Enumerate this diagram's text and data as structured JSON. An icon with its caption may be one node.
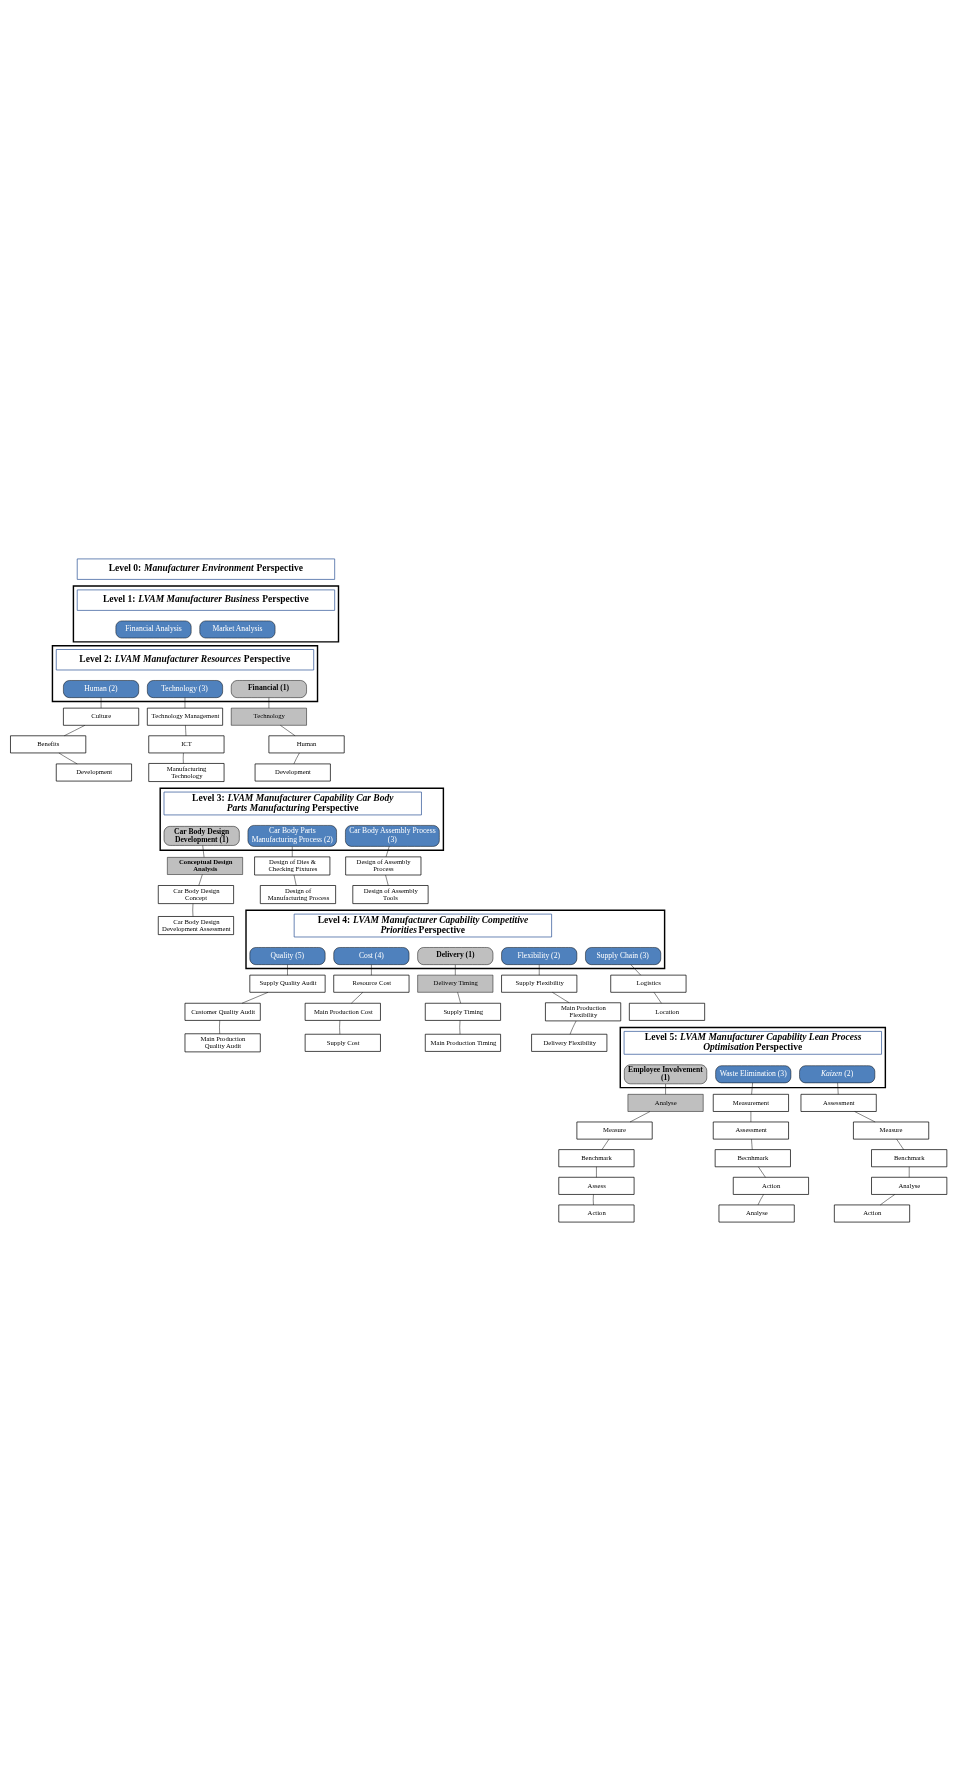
{
  "diagram": {
    "nodes": [
      {
        "text": [
          "Level 0: *Manufacturer Environment* Perspective"
        ]
      },
      {
        "text": [],
        "shape": "box"
      },
      {
        "text": [
          "Level 1: *LVAM Manufacturer Business* Perspective"
        ],
        "in": 1
      },
      {
        "text": [
          "Financial Analysis"
        ],
        "in": 1
      },
      {
        "text": [
          "Market Analysis"
        ],
        "in": 1
      },
      {
        "text": [],
        "shape": "box"
      },
      {
        "text": [
          "Level 2: *LVAM Manufacturer Resources* Perspective"
        ],
        "in": 5
      },
      {
        "text": [
          "Human (2)"
        ],
        "in": 5
      },
      {
        "text": [
          "Technology (3)"
        ],
        "in": 5
      },
      {
        "text": [
          "Financial (1)"
        ],
        "in": 5
      },
      {
        "text": [
          "Culture"
        ]
      },
      {
        "text": [
          "Benefits"
        ]
      },
      {
        "text": [
          "Development"
        ]
      },
      {
        "text": [
          "Technology Management"
        ]
      },
      {
        "text": [
          "ICT"
        ]
      },
      {
        "text": [
          "Manufacturing Technology"
        ]
      },
      {
        "text": [
          "Technology"
        ]
      },
      {
        "text": [
          "Human"
        ]
      },
      {
        "text": [
          "Development"
        ]
      },
      {
        "text": [],
        "shape": "box"
      },
      {
        "text": [
          "Level 3: *LVAM Manufacturer Capability Car Body Parts Manufacturing* Perspective"
        ],
        "in": 19
      },
      {
        "text": [
          "Car Body Design Development (1)"
        ],
        "in": 19
      },
      {
        "text": [
          "Car Body Parts Manufacturing Process (2)"
        ],
        "in": 19
      },
      {
        "text": [
          "Car Body Assembly Process (3)"
        ],
        "in": 19
      },
      {
        "text": [
          "Conceptual Design Analysis"
        ]
      },
      {
        "text": [
          "Car Body Design Concept"
        ]
      },
      {
        "text": [
          "Car Body Design Development Assessment"
        ]
      },
      {
        "text": [
          "Design of Dies & Checking Fixtures"
        ]
      },
      {
        "text": [
          "Design of Manufacturing Process"
        ]
      },
      {
        "text": [
          "Design of Assembly Process"
        ]
      },
      {
        "text": [
          "Design of Assembly Tools"
        ]
      },
      {
        "text": [],
        "shape": "box"
      },
      {
        "text": [
          "Level 4: *LVAM Manufacturer Capability Competitive Priorities* Perspective"
        ],
        "in": 31
      },
      {
        "text": [
          "Quality (5)"
        ],
        "in": 31
      },
      {
        "text": [
          "Cost (4)"
        ],
        "in": 31
      },
      {
        "text": [
          "Delivery (1)"
        ],
        "in": 31
      },
      {
        "text": [
          "Flexibility (2)"
        ],
        "in": 31
      },
      {
        "text": [
          "Supply Chain (3)"
        ],
        "in": 31
      },
      {
        "text": [
          "Supply Quality Audit"
        ]
      },
      {
        "text": [
          "Customer Quality Audit"
        ]
      },
      {
        "text": [
          "Main Production Quality Audit"
        ]
      },
      {
        "text": [
          "Resource Cost"
        ]
      },
      {
        "text": [
          "Main Production Cost"
        ]
      },
      {
        "text": [
          "Supply Cost"
        ]
      },
      {
        "text": [
          "Delivery Timing"
        ]
      },
      {
        "text": [
          "Supply Timing"
        ]
      },
      {
        "text": [
          "Main Production Timing"
        ]
      },
      {
        "text": [
          "Supply Flexibility"
        ]
      },
      {
        "text": [
          "Main Production Flexibility"
        ]
      },
      {
        "text": [
          "Delivery Flexibility"
        ]
      },
      {
        "text": [
          "Logistics"
        ]
      },
      {
        "text": [
          "Location"
        ]
      },
      {
        "text": [],
        "shape": "box"
      },
      {
        "text": [
          "Level 5: *LVAM Manufacturer Capability Lean Process Optimisation* Perspective"
        ],
        "in": 52
      },
      {
        "text": [
          "Employee Involvement (1)"
        ],
        "in": 52
      },
      {
        "text": [
          "Waste Elimination (3)"
        ],
        "in": 52
      },
      {
        "text": [
          "*Kaizen* (2)"
        ],
        "in": 52
      },
      {
        "text": [
          "Analyse"
        ]
      },
      {
        "text": [
          "Measure"
        ]
      },
      {
        "text": [
          "Benchmark"
        ]
      },
      {
        "text": [
          "Assess"
        ]
      },
      {
        "text": [
          "Action"
        ]
      },
      {
        "text": [
          "Measurement"
        ]
      },
      {
        "text": [
          "Assessment"
        ]
      },
      {
        "text": [
          "Becnhmark"
        ]
      },
      {
        "text": [
          "Action"
        ]
      },
      {
        "text": [
          "Analyse"
        ]
      },
      {
        "text": [
          "Assessment"
        ]
      },
      {
        "text": [
          "Measure"
        ]
      },
      {
        "text": [
          "Benchmark"
        ]
      },
      {
        "text": [
          "Analyse"
        ]
      },
      {
        "text": [
          "Action"
        ]
      }
    ],
    "edges": [
      {
        "from": 7,
        "to": 10,
        "arrow": "none"
      },
      {
        "from": 10,
        "to": 11,
        "arrow": "none"
      },
      {
        "from": 11,
        "to": 12,
        "arrow": "none"
      },
      {
        "from": 8,
        "to": 13,
        "arrow": "none"
      },
      {
        "from": 13,
        "to": 14,
        "arrow": "none"
      },
      {
        "from": 14,
        "to": 15,
        "arrow": "none"
      },
      {
        "from": 9,
        "to": 16,
        "arrow": "none"
      },
      {
        "from": 16,
        "to": 17,
        "arrow": "none"
      },
      {
        "from": 17,
        "to": 18,
        "arrow": "none"
      },
      {
        "from": 21,
        "to": 24,
        "arrow": "none"
      },
      {
        "from": 24,
        "to": 25,
        "arrow": "none"
      },
      {
        "from": 25,
        "to": 26,
        "arrow": "none"
      },
      {
        "from": 22,
        "to": 27,
        "arrow": "none"
      },
      {
        "from": 27,
        "to": 28,
        "arrow": "none"
      },
      {
        "from": 23,
        "to": 29,
        "arrow": "none"
      },
      {
        "from": 29,
        "to": 30,
        "arrow": "none"
      },
      {
        "from": 33,
        "to": 38,
        "arrow": "none"
      },
      {
        "from": 38,
        "to": 39,
        "arrow": "none"
      },
      {
        "from": 39,
        "to": 40,
        "arrow": "none"
      },
      {
        "from": 34,
        "to": 41,
        "arrow": "none"
      },
      {
        "from": 41,
        "to": 42,
        "arrow": "none"
      },
      {
        "from": 42,
        "to": 43,
        "arrow": "none"
      },
      {
        "from": 35,
        "to": 44,
        "arrow": "none"
      },
      {
        "from": 44,
        "to": 45,
        "arrow": "none"
      },
      {
        "from": 45,
        "to": 46,
        "arrow": "none"
      },
      {
        "from": 36,
        "to": 47,
        "arrow": "none"
      },
      {
        "from": 47,
        "to": 48,
        "arrow": "none"
      },
      {
        "from": 48,
        "to": 49,
        "arrow": "none"
      },
      {
        "from": 37,
        "to": 50,
        "arrow": "none"
      },
      {
        "from": 50,
        "to": 51,
        "arrow": "none"
      },
      {
        "from": 54,
        "to": 57,
        "arrow": "none"
      },
      {
        "from": 57,
        "to": 58,
        "arrow": "none"
      },
      {
        "from": 58,
        "to": 59,
        "arrow": "none"
      },
      {
        "from": 59,
        "to": 60,
        "arrow": "none"
      },
      {
        "from": 60,
        "to": 61,
        "arrow": "none"
      },
      {
        "from": 55,
        "to": 62,
        "arrow": "none"
      },
      {
        "from": 62,
        "to": 63,
        "arrow": "none"
      },
      {
        "from": 63,
        "to": 64,
        "arrow": "none"
      },
      {
        "from": 64,
        "to": 65,
        "arrow": "none"
      },
      {
        "from": 65,
        "to": 66,
        "arrow": "none"
      },
      {
        "from": 56,
        "to": 67,
        "arrow": "none"
      },
      {
        "from": 67,
        "to": 68,
        "arrow": "none"
      },
      {
        "from": 68,
        "to": 69,
        "arrow": "none"
      },
      {
        "from": 69,
        "to": 70,
        "arrow": "none"
      },
      {
        "from": 70,
        "to": 71,
        "arrow": "none"
      }
    ]
  }
}
